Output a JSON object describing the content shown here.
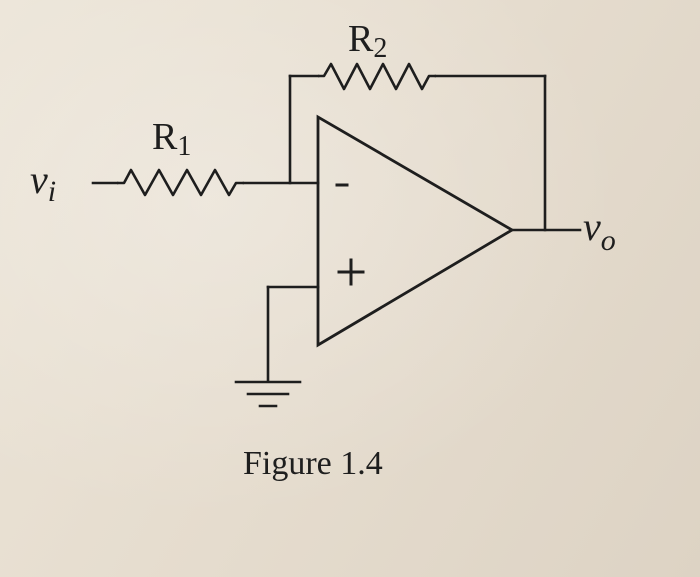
{
  "diagram": {
    "labels": {
      "r1": "R",
      "r1_sub": "1",
      "r2": "R",
      "r2_sub": "2",
      "vi": "v",
      "vi_sub": "i",
      "vo": "v",
      "vo_sub": "o",
      "minus": "-",
      "plus": "+"
    },
    "caption": "Figure 1.4"
  },
  "colors": {
    "ink": "#1e1e1e",
    "paper": "#e6ddcf"
  }
}
